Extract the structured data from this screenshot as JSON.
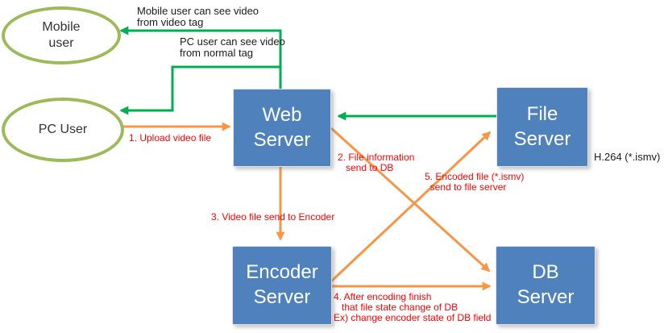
{
  "actors": {
    "mobile": {
      "label": "Mobile\nuser"
    },
    "pc": {
      "label": "PC User"
    }
  },
  "servers": {
    "web": {
      "label": "Web\nServer"
    },
    "file": {
      "label": "File\nServer"
    },
    "encoder": {
      "label": "Encoder\nServer"
    },
    "db": {
      "label": "DB\nServer"
    }
  },
  "annotations": {
    "mobile_video": "Mobile user can see video\nfrom video tag",
    "pc_video": "PC user can see video\nfrom normal tag",
    "format_note": "H.264 (*.ismv)",
    "step1": "1. Upload video file",
    "step2": "2. File information\n   send to DB",
    "step3": "3. Video file send to Encoder",
    "step4": "4. After encoding finish\n   that file state change of DB\nEx) change encoder state of DB field",
    "step5": "5. Encoded file (*.ismv)\n  send to file server"
  },
  "colors": {
    "arrow_green": "#00b050",
    "arrow_orange": "#f79646",
    "server_fill": "#4f81bd",
    "server_text": "#ffffff",
    "ellipse_border": "#9bbb59",
    "note_red": "#ff0000",
    "note_black": "#1a1a1a"
  }
}
